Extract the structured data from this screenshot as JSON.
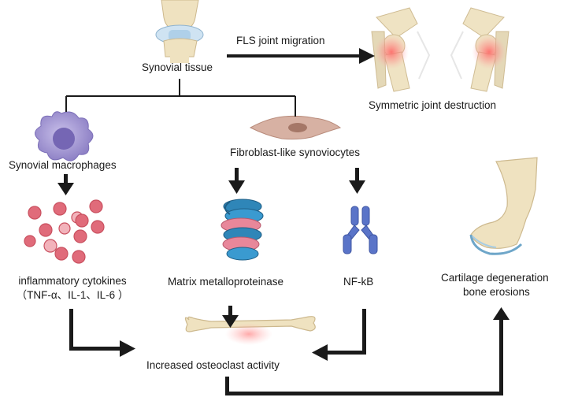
{
  "labels": {
    "synovial_tissue": "Synovial tissue",
    "fls_migration": "FLS joint migration",
    "symmetric_destruction": "Symmetric joint destruction",
    "synovial_macrophages": "Synovial macrophages",
    "fibroblast_synoviocytes": "Fibroblast-like synoviocytes",
    "inflammatory_cytokines_line1": "inflammatory cytokines",
    "inflammatory_cytokines_line2": "（TNF-α、IL-1、IL-6 ）",
    "mmp": "Matrix metalloproteinase",
    "nfkb": "NF-kB",
    "cartilage_line1": "Cartilage degeneration",
    "cartilage_line2": "bone erosions",
    "osteoclast": "Increased osteoclast activity"
  },
  "icons": [
    "knee-joint-icon",
    "inflamed-joints-icon",
    "macrophage-icon",
    "fibroblast-icon",
    "cytokines-icon",
    "mmp-protein-icon",
    "nfkb-antibody-icon",
    "bone-icon",
    "eroded-bone-icon"
  ],
  "colors": {
    "arrow": "#1a1a1a",
    "macrophage": "#9c8fcf",
    "cytokine": "#e06b7a",
    "fibroblast": "#c99b8e",
    "mmp_blue": "#2f86b8",
    "mmp_pink": "#e8879a",
    "nfkb": "#5a74c8",
    "bone": "#efe2c0",
    "inflammation": "#f06a6a"
  }
}
